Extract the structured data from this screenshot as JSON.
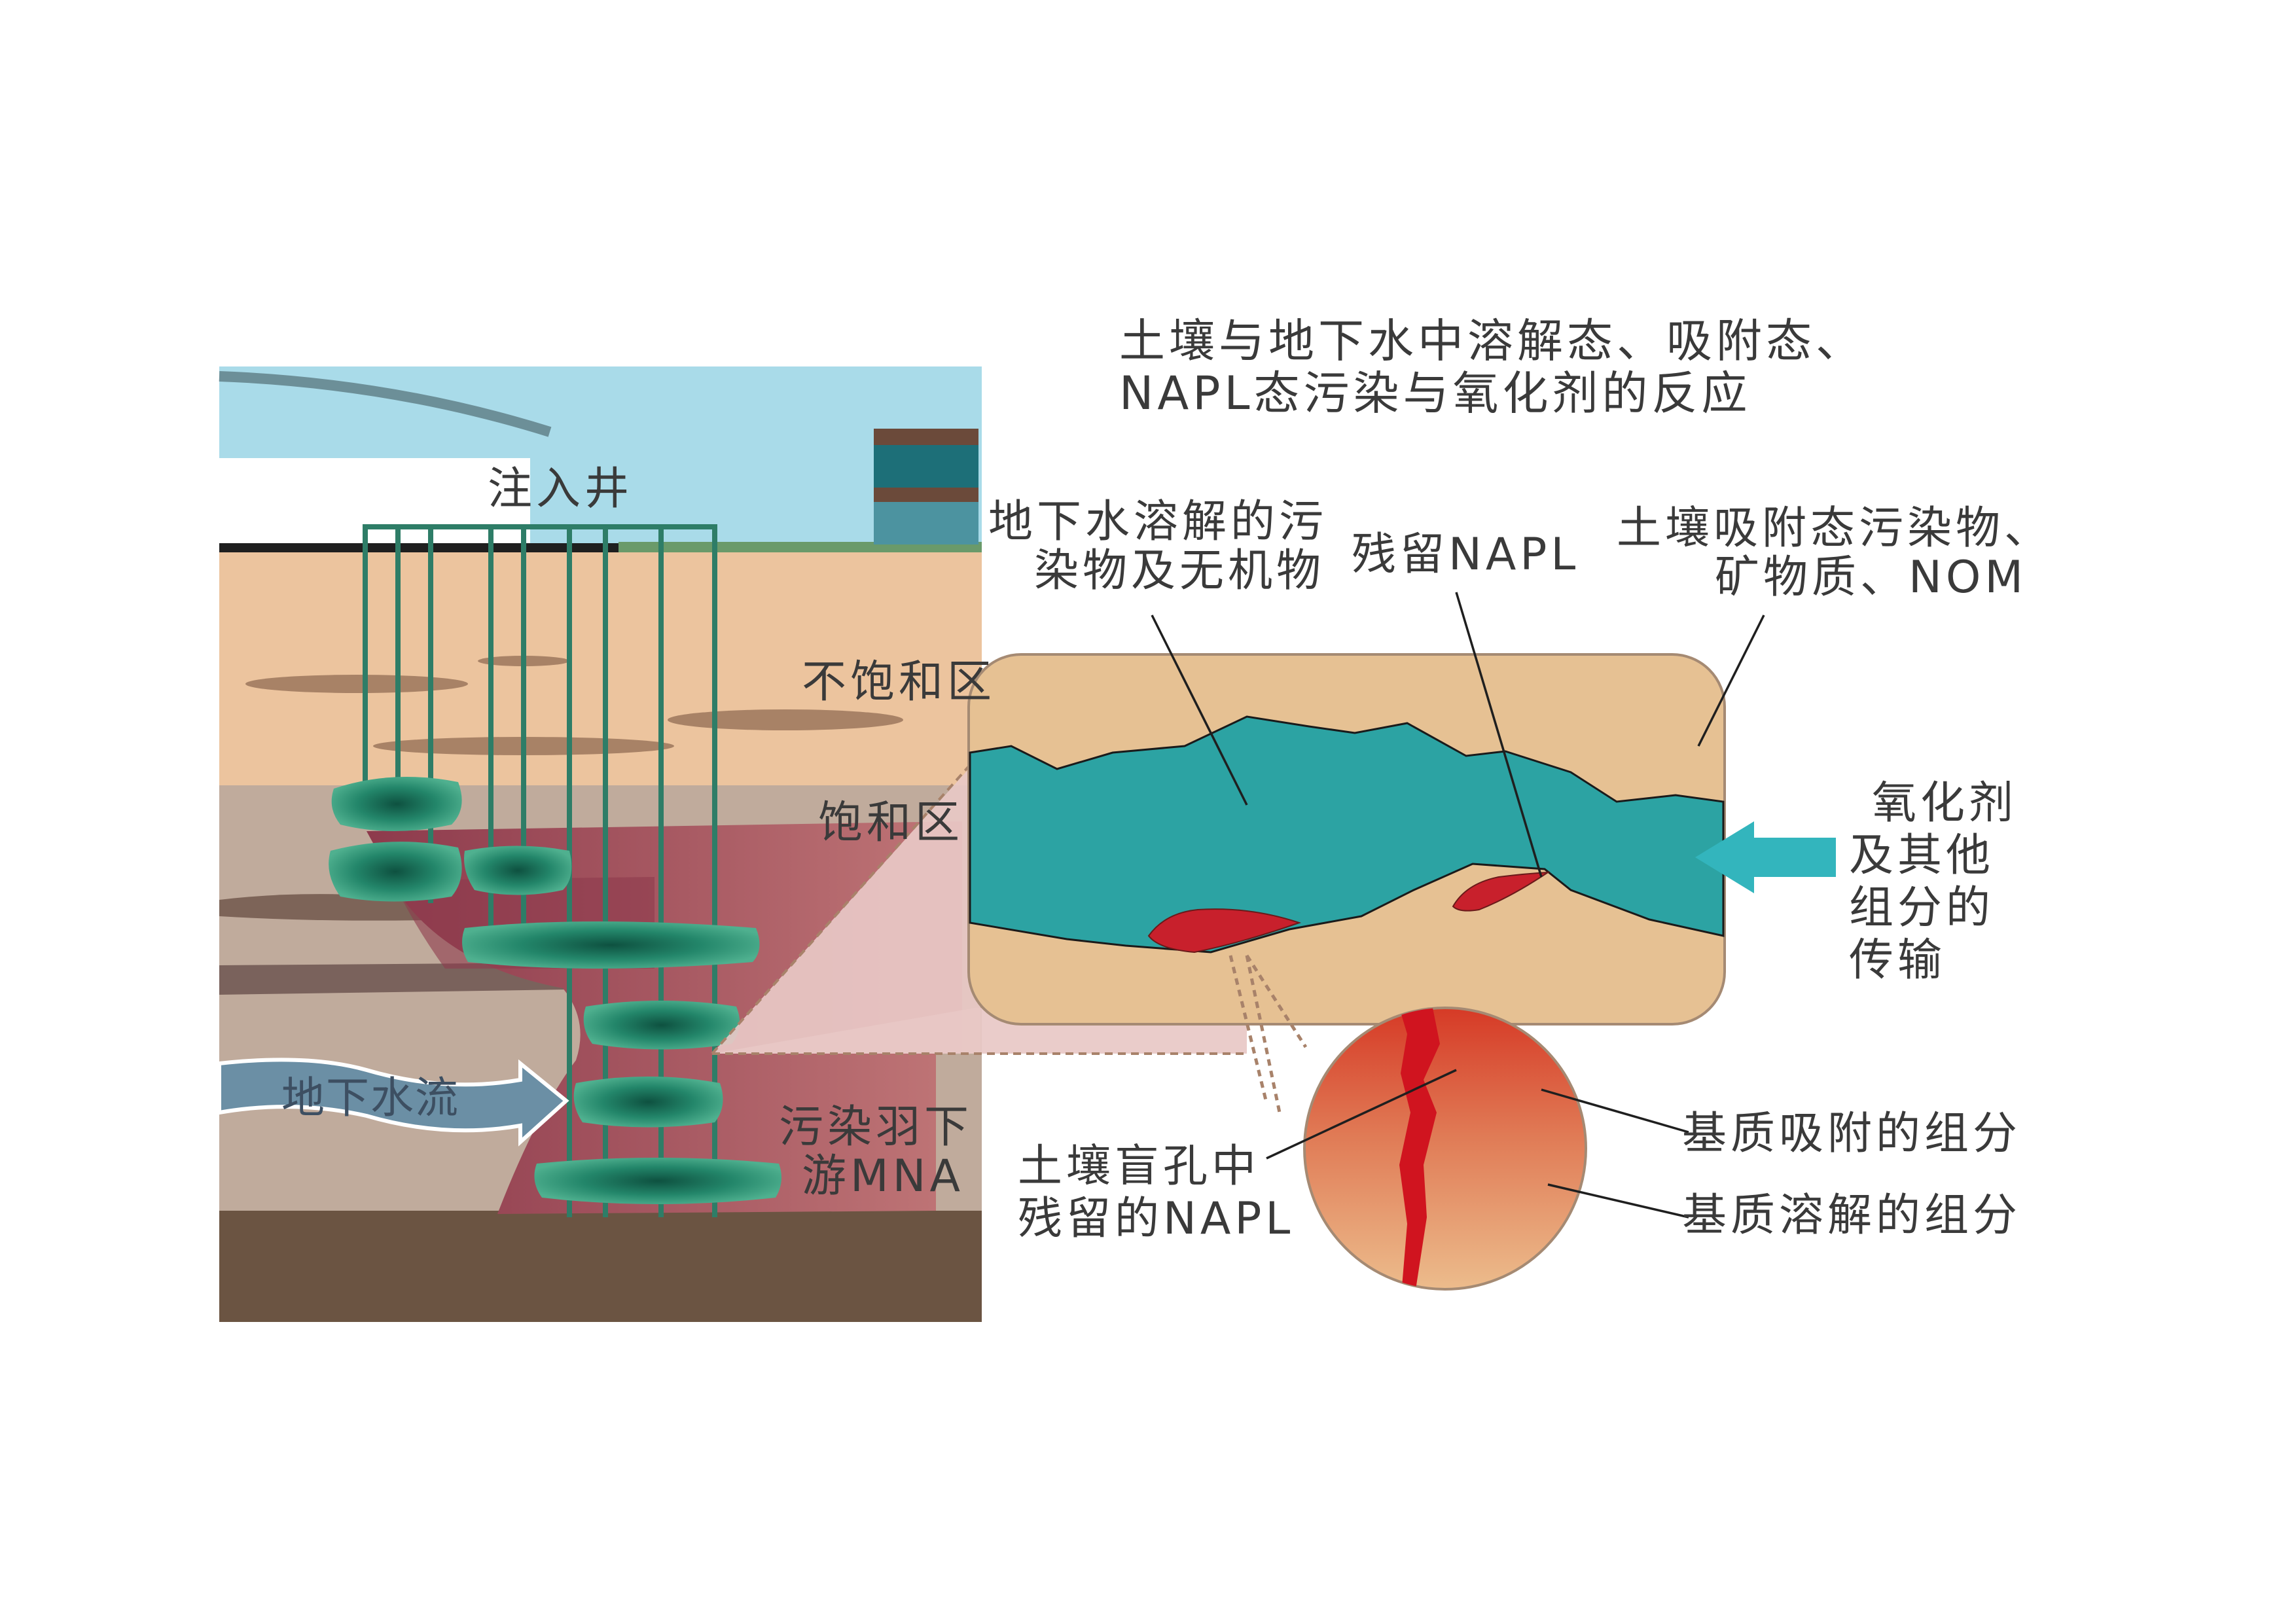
{
  "title": {
    "line1": "土壤与地下水中溶解态、吸附态、",
    "line2": "NAPL态污染与氧化剂的反应"
  },
  "labels": {
    "injection_well": "注入井",
    "unsaturated_zone": "不饱和区",
    "saturated_zone": "饱和区",
    "groundwater_flow": "地下水流",
    "plume_mna_line1": "污染羽下",
    "plume_mna_line2": "游MNA",
    "dissolved_line1": "地下水溶解的污",
    "dissolved_line2": "染物及无机物",
    "residual_napl": "残留NAPL",
    "sorbed_line1": "土壤吸附态污染物、",
    "sorbed_line2": "矿物质、NOM",
    "oxidant_line1": "氧化剂",
    "oxidant_line2": "及其他",
    "oxidant_line3": "组分的",
    "oxidant_line4": "传输",
    "pore_napl_line1": "土壤盲孔中",
    "pore_napl_line2": "残留的NAPL",
    "matrix_sorbed": "基质吸附的组分",
    "matrix_dissolved": "基质溶解的组分"
  },
  "colors": {
    "sky": "#a9dbe9",
    "soil_unsaturated": "#ecc49e",
    "soil_saturated": "#c0ab9c",
    "bedrock": "#6b5442",
    "plume": "#a04a5c",
    "oxidant_lens": "#1f7e63",
    "well_pipe": "#2e7d67",
    "groundwater": "#2ca3a3",
    "pore_soil": "#e6c193",
    "napl": "#c8202c",
    "oxidant_arrow": "#33b5bd",
    "flow_arrow": "#6b8fa5"
  }
}
